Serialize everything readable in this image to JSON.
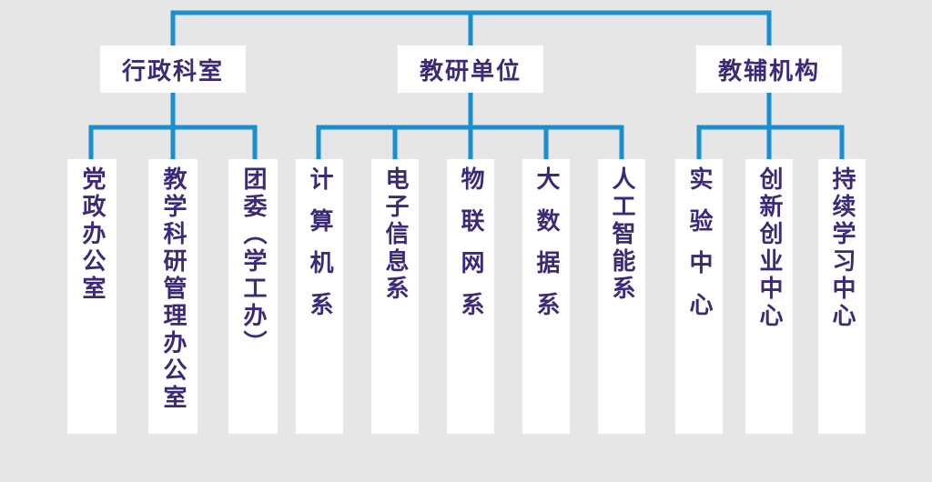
{
  "groups": [
    {
      "label": "行政科室",
      "units": [
        "党政办公室",
        "教学科研管理办公室",
        "团委（学工办）"
      ]
    },
    {
      "label": "教研单位",
      "units": [
        "计算机系",
        "电子信息系",
        "物联网系",
        "大数据系",
        "人工智能系"
      ]
    },
    {
      "label": "教辅机构",
      "units": [
        "实验中心",
        "创新创业中心",
        "持续学习中心"
      ]
    }
  ],
  "colors": {
    "background": "#e6e6e7",
    "connector": "#1a8fcf",
    "box": "#ffffff",
    "text": "#3c2a78"
  }
}
